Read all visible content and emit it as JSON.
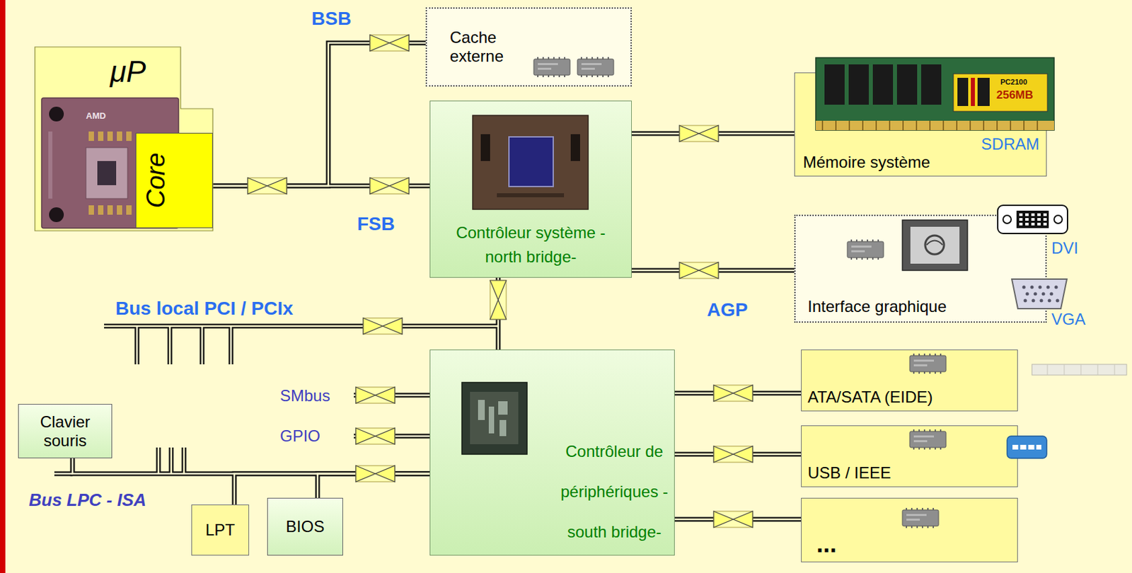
{
  "diagram": {
    "nodes": [
      {
        "text": [
          "μP"
        ]
      },
      {
        "text": [
          "Core"
        ],
        "in": 0
      },
      {
        "text": [
          "Cache externe"
        ]
      },
      {
        "text": [
          "Contrôleur système -north bridge-"
        ]
      },
      {
        "text": [
          "SDRAM",
          "Mémoire système"
        ]
      },
      {
        "text": [
          "Interface graphique"
        ]
      },
      {
        "text": [
          "Clavier souris"
        ]
      },
      {
        "text": [
          "Contrôleur de périphériques -south bridge-"
        ]
      },
      {
        "text": [
          "ATA/SATA (EIDE)"
        ]
      },
      {
        "text": [
          "USB / IEEE"
        ]
      },
      {
        "text": [
          "..."
        ]
      },
      {
        "text": [
          "LPT"
        ]
      },
      {
        "text": [
          "BIOS"
        ]
      }
    ],
    "edges": [
      {
        "from": 0,
        "to": 2,
        "label": "BSB",
        "arrow": "none"
      },
      {
        "from": 0,
        "to": 3,
        "label": "FSB",
        "arrow": "none"
      },
      {
        "from": 3,
        "to": 4,
        "arrow": "none"
      },
      {
        "from": 3,
        "to": 5,
        "label": "AGP",
        "arrow": "none"
      },
      {
        "from": 3,
        "to": 7,
        "arrow": "none"
      },
      {
        "from": 7,
        "to": 8,
        "arrow": "none"
      },
      {
        "from": 7,
        "to": 9,
        "arrow": "none"
      },
      {
        "from": 7,
        "to": 10,
        "arrow": "none"
      },
      {
        "from": 7,
        "to": 6,
        "arrow": "none"
      },
      {
        "from": 7,
        "to": 11,
        "arrow": "none"
      },
      {
        "from": 7,
        "to": 12,
        "arrow": "none"
      }
    ],
    "labels": [
      "Bus local PCI / PCIx",
      "SMbus",
      "GPIO",
      "Bus LPC - ISA",
      "DVI",
      "VGA",
      "AMD",
      "PC2100",
      "256MB"
    ]
  }
}
